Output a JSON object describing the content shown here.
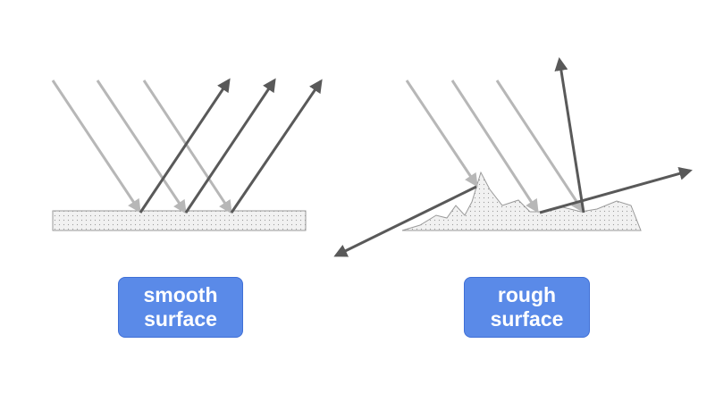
{
  "colors": {
    "incident_ray": "#b7b7b7",
    "reflected_ray": "#595959",
    "surface_fill": "#f1f1f1",
    "surface_stroke": "#9a9a9a",
    "label_bg": "#5a8ae8",
    "label_border": "#3f6fd6",
    "label_text": "#ffffff"
  },
  "labels": {
    "smooth": {
      "line1": "smooth",
      "line2": "surface"
    },
    "rough": {
      "line1": "rough",
      "line2": "surface"
    }
  }
}
